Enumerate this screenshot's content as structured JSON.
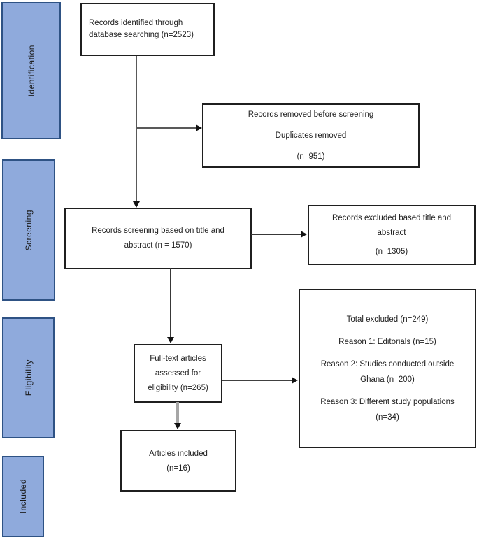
{
  "stages": [
    {
      "label": "Identification"
    },
    {
      "label": "Screening"
    },
    {
      "label": "Eligibility"
    },
    {
      "label": "Included"
    }
  ],
  "boxes": {
    "identified": {
      "lines": [
        "Records identified through",
        "database searching (n=2523)"
      ]
    },
    "removed": {
      "lines": [
        "Records removed before screening",
        "Duplicates removed",
        "(n=951)"
      ]
    },
    "screened": {
      "lines": [
        "Records screening based on title and",
        "abstract (n = 1570)"
      ]
    },
    "excluded_title_abstract": {
      "lines": [
        "Records excluded based title and",
        "abstract",
        "(n=1305)"
      ]
    },
    "fulltext_assessed": {
      "lines": [
        "Full-text articles",
        "assessed for",
        "eligibility (n=265)"
      ]
    },
    "fulltext_excluded": {
      "lines": [
        "Total excluded (n=249)",
        "Reason 1: Editorials (n=15)",
        "Reason 2: Studies conducted outside",
        "Ghana (n=200)",
        "Reason 3: Different study populations",
        "(n=34)"
      ]
    },
    "included": {
      "lines": [
        "Articles included",
        "(n=16)"
      ]
    }
  },
  "colors": {
    "stage_fill": "#8FAADC",
    "stage_border": "#2E5284",
    "box_border": "#1F1F1F",
    "arrow_dark": "#404040",
    "arrow_gray": "#A6A6A6"
  }
}
